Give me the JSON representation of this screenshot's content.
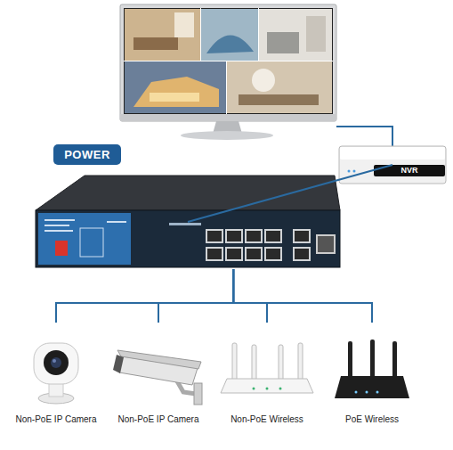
{
  "diagram": {
    "nodes": [
      {
        "text": [
          "POWER"
        ]
      },
      {
        "text": [
          "NVR"
        ]
      },
      {
        "text": [
          "Non-PoE IP Camera"
        ]
      },
      {
        "text": [
          "Non-PoE IP Camera"
        ]
      },
      {
        "text": [
          "Non-PoE Wireless"
        ]
      },
      {
        "text": [
          "PoE Wireless"
        ]
      }
    ],
    "edges": [
      {
        "from": 1,
        "to": 0,
        "arrow": "none"
      },
      {
        "from": 0,
        "to": 2,
        "arrow": "none"
      },
      {
        "from": 0,
        "to": 3,
        "arrow": "none"
      },
      {
        "from": 0,
        "to": 4,
        "arrow": "none"
      },
      {
        "from": 0,
        "to": 5,
        "arrow": "none"
      }
    ]
  }
}
